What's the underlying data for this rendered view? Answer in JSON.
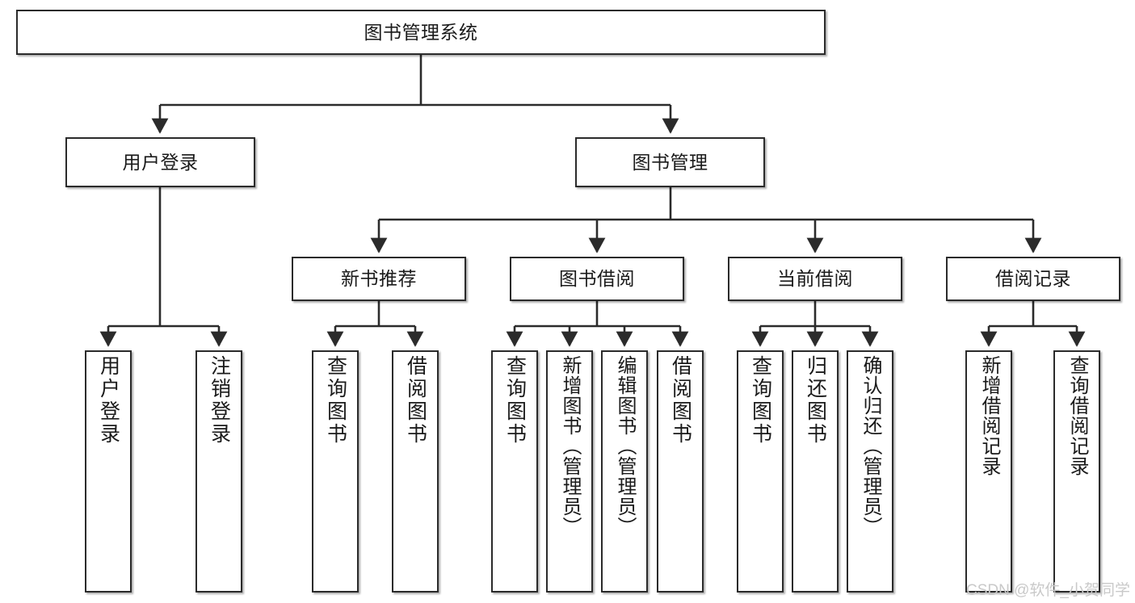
{
  "diagram": {
    "title": "图书管理系统",
    "type": "tree-hierarchy-chart",
    "root": {
      "label": "图书管理系统"
    },
    "level2": [
      {
        "label": "用户登录"
      },
      {
        "label": "图书管理"
      }
    ],
    "level3": [
      {
        "label": "新书推荐"
      },
      {
        "label": "图书借阅"
      },
      {
        "label": "当前借阅"
      },
      {
        "label": "借阅记录"
      }
    ],
    "leaves": [
      {
        "label": "用户登录"
      },
      {
        "label": "注销登录"
      },
      {
        "label": "查询图书"
      },
      {
        "label": "借阅图书"
      },
      {
        "label": "查询图书"
      },
      {
        "label": "新增图书（管理员）"
      },
      {
        "label": "编辑图书（管理员）"
      },
      {
        "label": "借阅图书"
      },
      {
        "label": "查询图书"
      },
      {
        "label": "归还图书"
      },
      {
        "label": "确认归还（管理员）"
      },
      {
        "label": "新增借阅记录"
      },
      {
        "label": "查询借阅记录"
      }
    ]
  },
  "watermark": {
    "text": "CSDN @软件_小贺同学"
  },
  "colors": {
    "border": "#2b2b2b",
    "background": "#ffffff",
    "text": "#1a1a1a",
    "edge": "#2b2b2b",
    "watermark": "#c9c9c9"
  }
}
